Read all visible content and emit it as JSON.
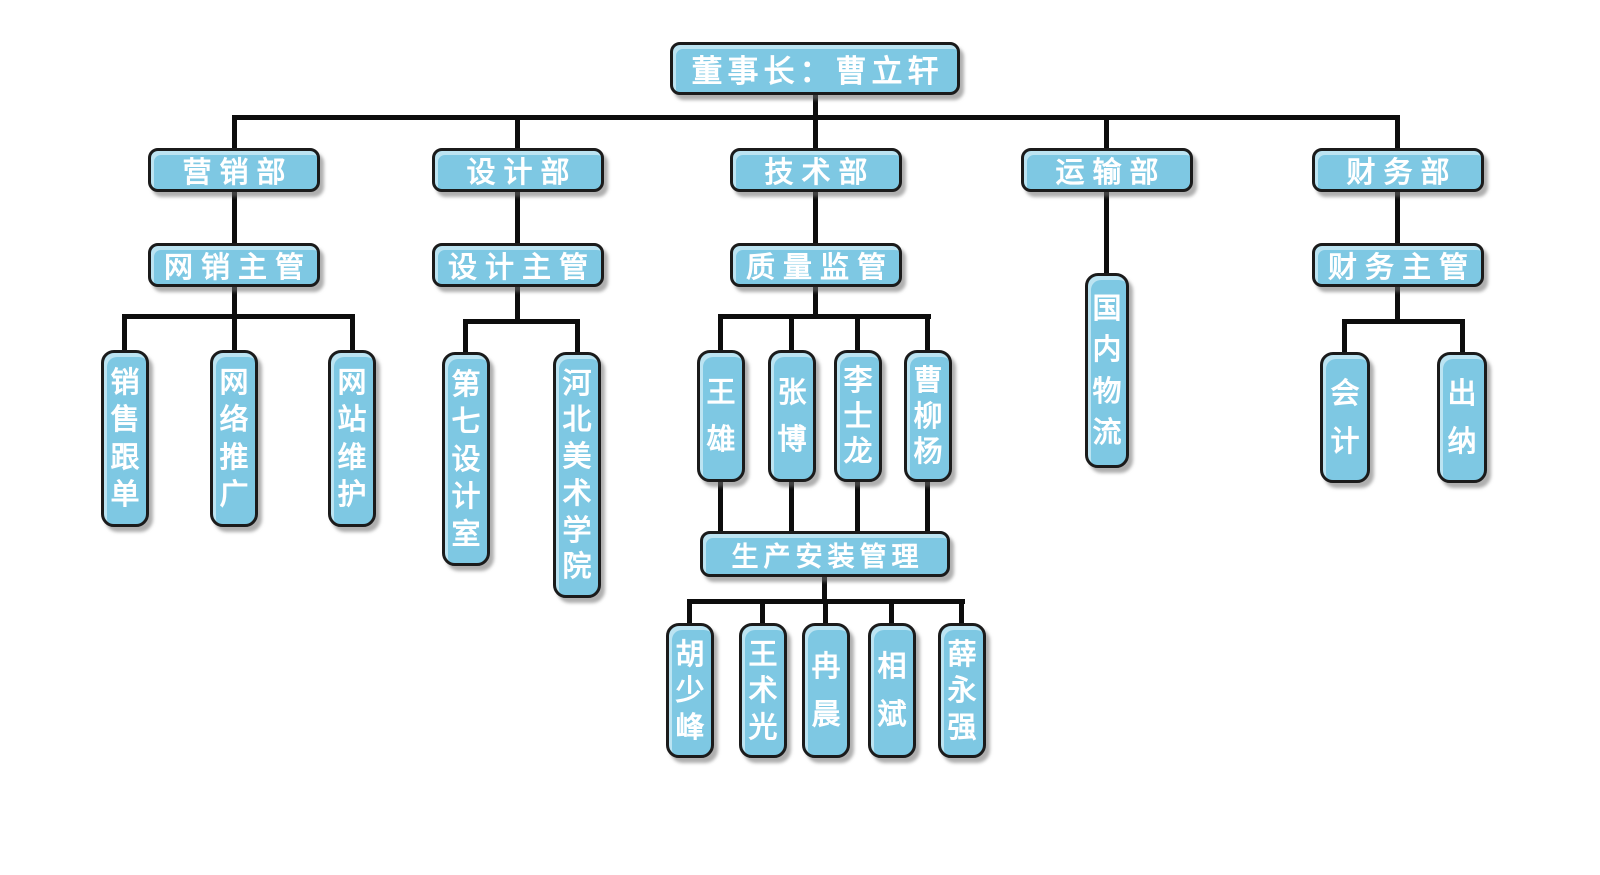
{
  "org_chart": {
    "root": "董事长：曹立轩",
    "columns": [
      {
        "department": "营销部",
        "supervisor": "网销主管",
        "members": [
          "销售跟单",
          "网络推广",
          "网站维护"
        ]
      },
      {
        "department": "设计部",
        "supervisor": "设计主管",
        "members": [
          "第七设计室",
          "河北美术学院"
        ]
      },
      {
        "department": "技术部",
        "supervisor": "质量监管",
        "members": [
          "王雄",
          "张博",
          "李士龙",
          "曹柳杨"
        ],
        "subgroup": {
          "label": "生产安装管理",
          "members": [
            "胡少峰",
            "王术光",
            "冉晨",
            "相斌",
            "薛永强"
          ]
        }
      },
      {
        "department": "运输部",
        "members": [
          "国内物流"
        ]
      },
      {
        "department": "财务部",
        "supervisor": "财务主管",
        "members": [
          "会计",
          "出纳"
        ]
      }
    ],
    "colors": {
      "box_fill": "#7EC8E3",
      "box_highlight": "#BCE4F2",
      "box_border": "#1B1B1B",
      "connector": "#0D0D0D",
      "text": "#FFFFFF",
      "background": "#FFFFFF"
    }
  }
}
